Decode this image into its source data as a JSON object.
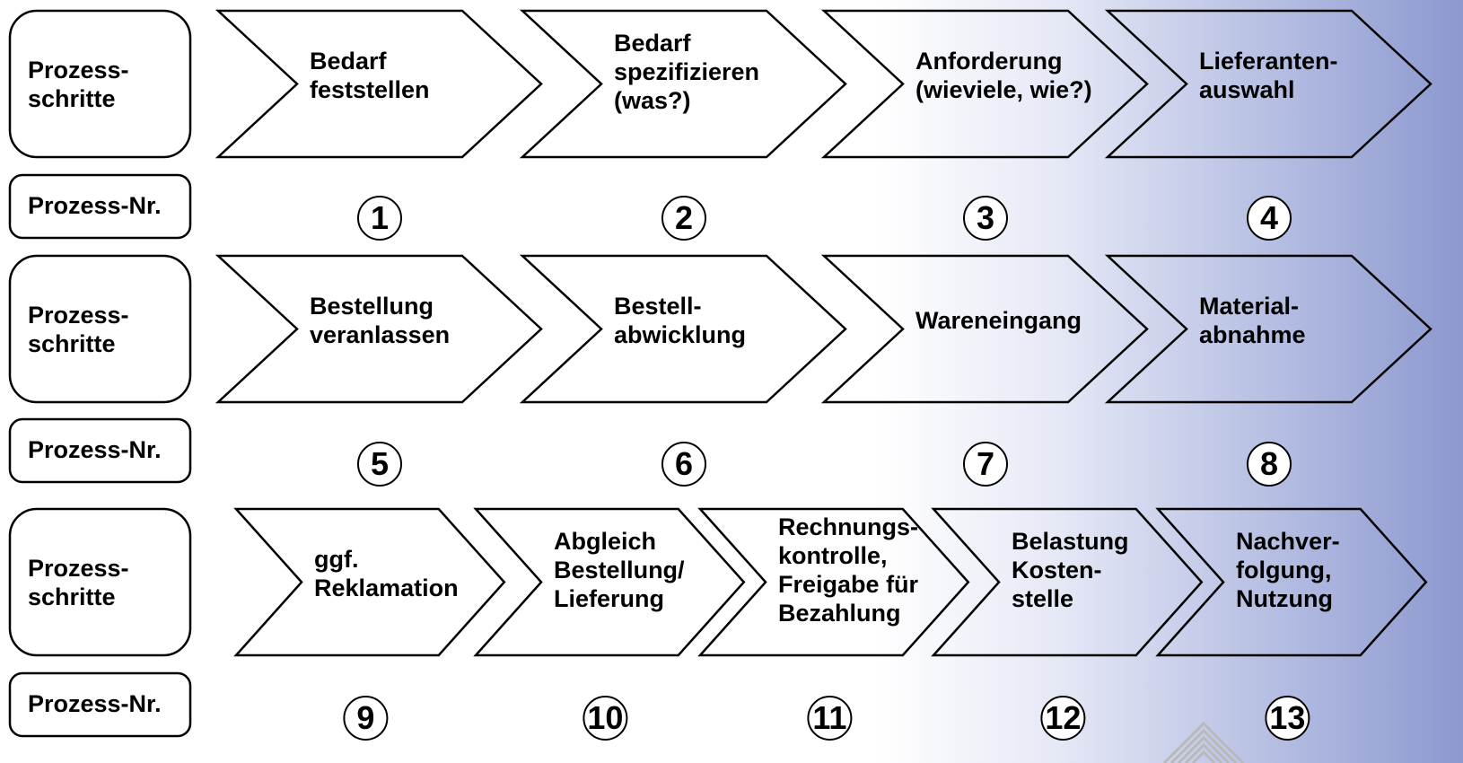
{
  "row_labels": {
    "steps": "Prozess-\nschritte",
    "number": "Prozess-Nr."
  },
  "rows": [
    {
      "steps": [
        {
          "number": "1",
          "label": "Bedarf\nfeststellen"
        },
        {
          "number": "2",
          "label": "Bedarf\nspezifizieren\n(was?)"
        },
        {
          "number": "3",
          "label": "Anforderung\n(wieviele, wie?)"
        },
        {
          "number": "4",
          "label": "Lieferanten-\nauswahl"
        }
      ]
    },
    {
      "steps": [
        {
          "number": "5",
          "label": "Bestellung\nveranlassen"
        },
        {
          "number": "6",
          "label": "Bestell-\nabwicklung"
        },
        {
          "number": "7",
          "label": "Wareneingang"
        },
        {
          "number": "8",
          "label": "Material-\nabnahme"
        }
      ]
    },
    {
      "steps": [
        {
          "number": "9",
          "label": "ggf.\nReklamation"
        },
        {
          "number": "10",
          "label": "Abgleich\nBestellung/\nLieferung"
        },
        {
          "number": "11",
          "label": "Rechnungs-\nkontrolle,\nFreigabe für\nBezahlung"
        },
        {
          "number": "12",
          "label": "Belastung\nKosten-\nstelle"
        },
        {
          "number": "13",
          "label": "Nachver-\nfolgung,\nNutzung"
        }
      ]
    }
  ],
  "icons": {
    "watermark": "chevron-logo-icon"
  }
}
